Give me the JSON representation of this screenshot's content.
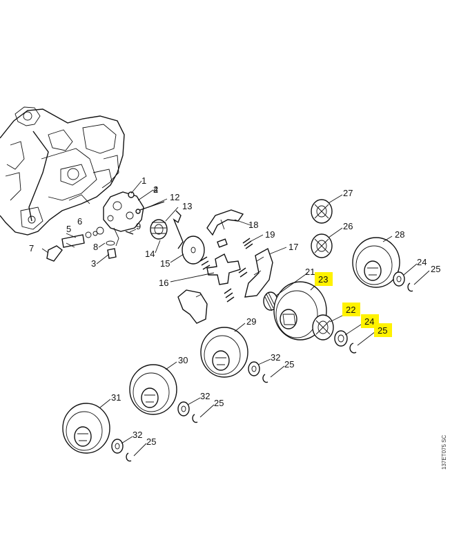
{
  "callouts": [
    {
      "id": "1",
      "text": "1",
      "highlighted": false
    },
    {
      "id": "2",
      "text": "2",
      "highlighted": false
    },
    {
      "id": "3",
      "text": "3",
      "highlighted": false
    },
    {
      "id": "4",
      "text": "4",
      "highlighted": false
    },
    {
      "id": "5",
      "text": "5",
      "highlighted": false
    },
    {
      "id": "6",
      "text": "6",
      "highlighted": false
    },
    {
      "id": "7",
      "text": "7",
      "highlighted": false
    },
    {
      "id": "8",
      "text": "8",
      "highlighted": false
    },
    {
      "id": "9",
      "text": "9",
      "highlighted": false
    },
    {
      "id": "12",
      "text": "12",
      "highlighted": false
    },
    {
      "id": "13",
      "text": "13",
      "highlighted": false
    },
    {
      "id": "14",
      "text": "14",
      "highlighted": false
    },
    {
      "id": "15",
      "text": "15",
      "highlighted": false
    },
    {
      "id": "16",
      "text": "16",
      "highlighted": false
    },
    {
      "id": "17",
      "text": "17",
      "highlighted": false
    },
    {
      "id": "18",
      "text": "18",
      "highlighted": false
    },
    {
      "id": "19",
      "text": "19",
      "highlighted": false
    },
    {
      "id": "21",
      "text": "21",
      "highlighted": false
    },
    {
      "id": "23",
      "text": "23",
      "highlighted": true
    },
    {
      "id": "22",
      "text": "22",
      "highlighted": true
    },
    {
      "id": "24a",
      "text": "24",
      "highlighted": true
    },
    {
      "id": "25a",
      "text": "25",
      "highlighted": true
    },
    {
      "id": "27",
      "text": "27",
      "highlighted": false
    },
    {
      "id": "26",
      "text": "26",
      "highlighted": false
    },
    {
      "id": "28",
      "text": "28",
      "highlighted": false
    },
    {
      "id": "24b",
      "text": "24",
      "highlighted": false
    },
    {
      "id": "25b",
      "text": "25",
      "highlighted": false
    },
    {
      "id": "29",
      "text": "29",
      "highlighted": false
    },
    {
      "id": "30",
      "text": "30",
      "highlighted": false
    },
    {
      "id": "31",
      "text": "31",
      "highlighted": false
    },
    {
      "id": "32a",
      "text": "32",
      "highlighted": false
    },
    {
      "id": "25c",
      "text": "25",
      "highlighted": false
    },
    {
      "id": "32b",
      "text": "32",
      "highlighted": false
    },
    {
      "id": "25d",
      "text": "25",
      "highlighted": false
    },
    {
      "id": "32c",
      "text": "32",
      "highlighted": false
    },
    {
      "id": "25e",
      "text": "25",
      "highlighted": false
    }
  ],
  "highlight_color": "#fff200",
  "drawing_code": "137ET075 SC"
}
